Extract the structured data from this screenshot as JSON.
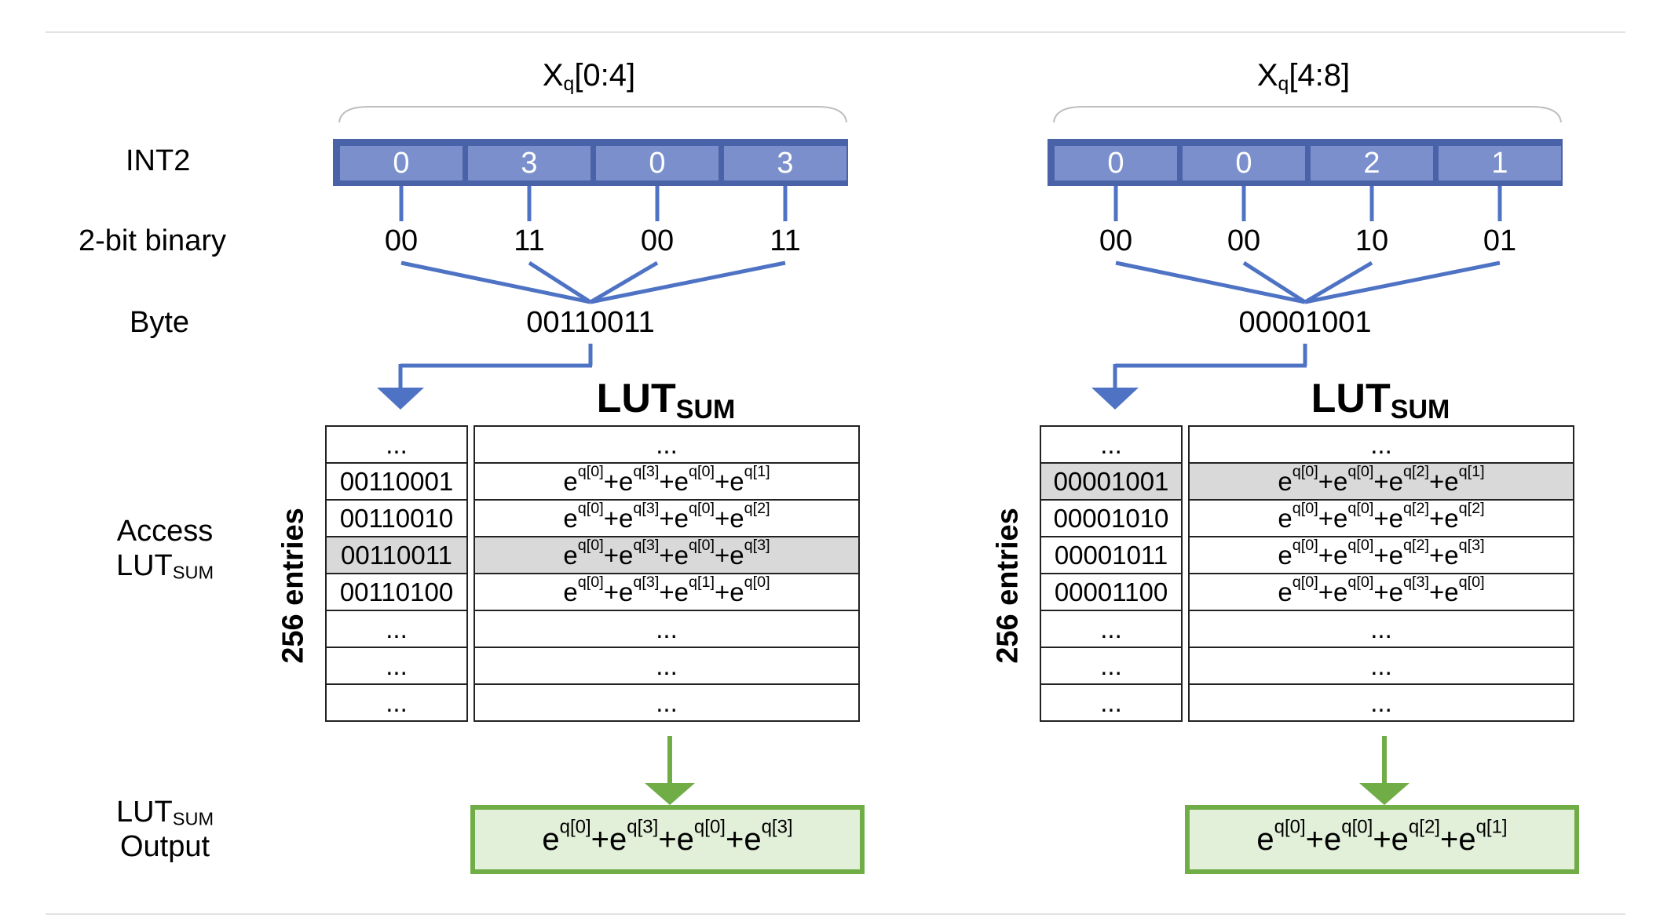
{
  "row_labels": {
    "int2": "INT2",
    "binary": "2-bit binary",
    "byte": "Byte",
    "access_line1": "Access",
    "access_lut": "LUT",
    "access_sub": "SUM",
    "output_lut": "LUT",
    "output_sub": "SUM",
    "output_line2": "Output"
  },
  "panels": [
    {
      "title_main": "X",
      "title_sub": "q",
      "title_range": "[0:4]",
      "int_values": [
        "0",
        "3",
        "0",
        "3"
      ],
      "binary_values": [
        "00",
        "11",
        "00",
        "11"
      ],
      "byte": "00110011",
      "lut_title": "LUT",
      "lut_sub": "SUM",
      "entries_label": "256 entries",
      "highlight_row": 3,
      "rows": [
        {
          "key": "...",
          "value": "..."
        },
        {
          "key": "00110001",
          "value": "e^{q[0]}+e^{q[3]}+e^{q[0]}+e^{q[1]}"
        },
        {
          "key": "00110010",
          "value": "e^{q[0]}+e^{q[3]}+e^{q[0]}+e^{q[2]}"
        },
        {
          "key": "00110011",
          "value": "e^{q[0]}+e^{q[3]}+e^{q[0]}+e^{q[3]}"
        },
        {
          "key": "00110100",
          "value": "e^{q[0]}+e^{q[3]}+e^{q[1]}+e^{q[0]}"
        },
        {
          "key": "...",
          "value": "..."
        },
        {
          "key": "...",
          "value": "..."
        },
        {
          "key": "...",
          "value": "..."
        }
      ],
      "output": "e^{q[0]}+e^{q[3]}+e^{q[0]}+e^{q[3]}"
    },
    {
      "title_main": "X",
      "title_sub": "q",
      "title_range": "[4:8]",
      "int_values": [
        "0",
        "0",
        "2",
        "1"
      ],
      "binary_values": [
        "00",
        "00",
        "10",
        "01"
      ],
      "byte": "00001001",
      "lut_title": "LUT",
      "lut_sub": "SUM",
      "entries_label": "256 entries",
      "highlight_row": 1,
      "rows": [
        {
          "key": "...",
          "value": "..."
        },
        {
          "key": "00001001",
          "value": "e^{q[0]}+e^{q[0]}+e^{q[2]}+e^{q[1]}"
        },
        {
          "key": "00001010",
          "value": "e^{q[0]}+e^{q[0]}+e^{q[2]}+e^{q[2]}"
        },
        {
          "key": "00001011",
          "value": "e^{q[0]}+e^{q[0]}+e^{q[2]}+e^{q[3]}"
        },
        {
          "key": "00001100",
          "value": "e^{q[0]}+e^{q[0]}+e^{q[3]}+e^{q[0]}"
        },
        {
          "key": "...",
          "value": "..."
        },
        {
          "key": "...",
          "value": "..."
        },
        {
          "key": "...",
          "value": "..."
        }
      ],
      "output": "e^{q[0]}+e^{q[0]}+e^{q[2]}+e^{q[1]}"
    }
  ],
  "colors": {
    "int_border": "#4a63a8",
    "int_fill": "#7a8fcc",
    "wire": "#4f73c4",
    "highlight": "#d9d9d9",
    "output_border": "#70ad47",
    "output_fill": "#e2efd9"
  }
}
